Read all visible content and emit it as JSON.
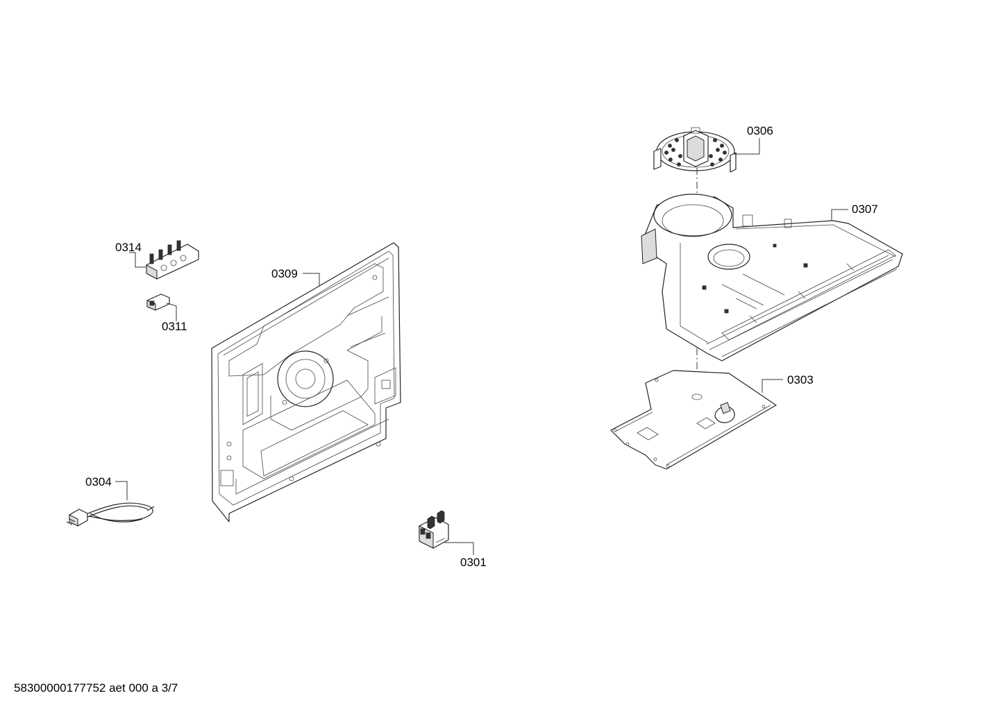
{
  "footer": {
    "text": "58300000177752 aet 000 a 3/7"
  },
  "parts": [
    {
      "id": "0314",
      "label": "0314"
    },
    {
      "id": "0311",
      "label": "0311"
    },
    {
      "id": "0309",
      "label": "0309"
    },
    {
      "id": "0304",
      "label": "0304"
    },
    {
      "id": "0301",
      "label": "0301"
    },
    {
      "id": "0306",
      "label": "0306"
    },
    {
      "id": "0307",
      "label": "0307"
    },
    {
      "id": "0303",
      "label": "0303"
    }
  ]
}
